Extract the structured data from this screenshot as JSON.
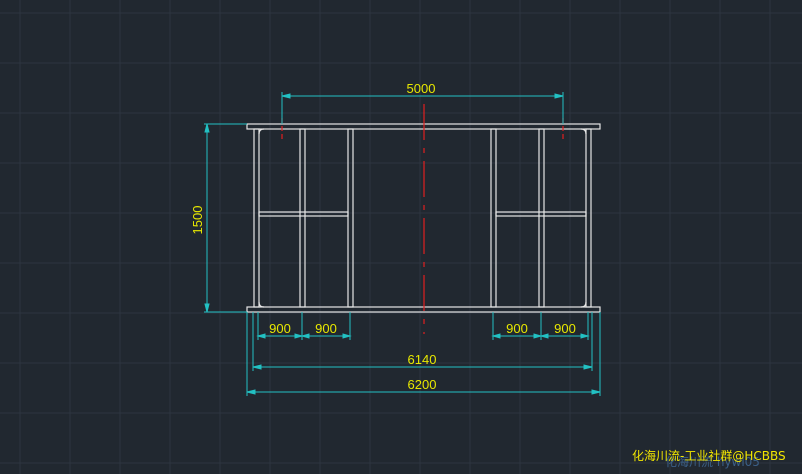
{
  "drawing": {
    "dimensions": {
      "top_span": "5000",
      "height": "1500",
      "bay_left_1": "900",
      "bay_left_2": "900",
      "bay_right_1": "900",
      "bay_right_2": "900",
      "inner_width": "6140",
      "overall_width": "6200"
    },
    "watermark": {
      "label": "化海川流-工业社群@HCBBS",
      "ghost": "化海川流 hywl05"
    },
    "colors": {
      "background": "#212830",
      "grid": "#2d3540",
      "frame": "#e6e6e6",
      "dimension": "#22c1c3",
      "dimension_text": "#e8e800",
      "centerline": "#e02020"
    }
  }
}
